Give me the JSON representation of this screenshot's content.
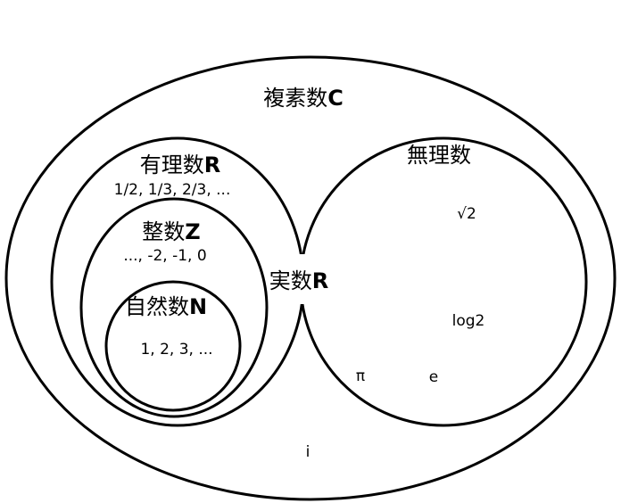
{
  "complex": {
    "label": "複素数",
    "symbol": "C",
    "example": "i"
  },
  "real": {
    "label": "実数",
    "symbol": "R"
  },
  "rational": {
    "label": "有理数",
    "symbol": "R",
    "examples": "1/2, 1/3, 2/3, ..."
  },
  "integer": {
    "label": "整数",
    "symbol": "Z",
    "examples": "..., -2, -1, 0"
  },
  "natural": {
    "label": "自然数",
    "symbol": "N",
    "examples": "1, 2, 3, ..."
  },
  "irrational": {
    "label": "無理数",
    "examples": [
      "√2",
      "log2",
      "π",
      "e"
    ]
  },
  "colors": {
    "stroke": "#000000",
    "background": "#ffffff"
  }
}
